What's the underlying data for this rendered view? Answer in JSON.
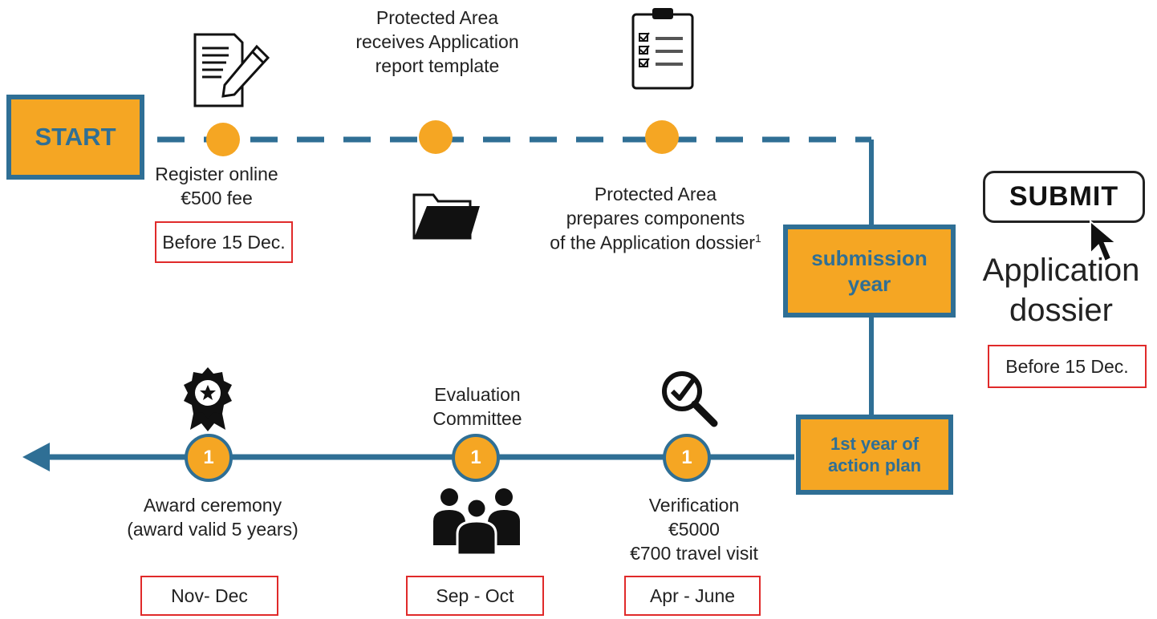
{
  "colors": {
    "accent_orange": "#f5a623",
    "line_blue": "#2f6f95",
    "deadline_red": "#e02a2a"
  },
  "start": {
    "label": "START"
  },
  "top_row": {
    "register": {
      "line1": "Register online",
      "line2": "€500 fee",
      "deadline": "Before 15 Dec.",
      "icon": "document-pencil-icon"
    },
    "template": {
      "line1": "Protected Area",
      "line2": "receives Application",
      "line3": "report template",
      "icon": "folder-icon"
    },
    "components": {
      "line1": "Protected Area",
      "line2": "prepares components",
      "line3": "of the Application dossier",
      "footnote": "1",
      "icon": "checklist-clipboard-icon"
    }
  },
  "submission_year": {
    "line1": "submission",
    "line2": "year"
  },
  "submit": {
    "button_label": "SUBMIT",
    "line1": "Application",
    "line2": "dossier",
    "deadline": "Before 15 Dec.",
    "icon": "cursor-arrow-icon"
  },
  "action_plan": {
    "line1": "1st year of",
    "line2": "action plan"
  },
  "bottom_row": {
    "verification": {
      "step": "1",
      "line1": "Verification",
      "line2": "€5000",
      "line3": "€700 travel visit",
      "period": "Apr - June",
      "icon": "magnifier-check-icon"
    },
    "evaluation": {
      "step": "1",
      "line1": "Evaluation",
      "line2": "Committee",
      "period": "Sep - Oct",
      "icon": "people-group-icon"
    },
    "award": {
      "step": "1",
      "line1": "Award ceremony",
      "line2": "(award valid 5 years)",
      "period": "Nov- Dec",
      "icon": "award-rosette-icon"
    }
  }
}
